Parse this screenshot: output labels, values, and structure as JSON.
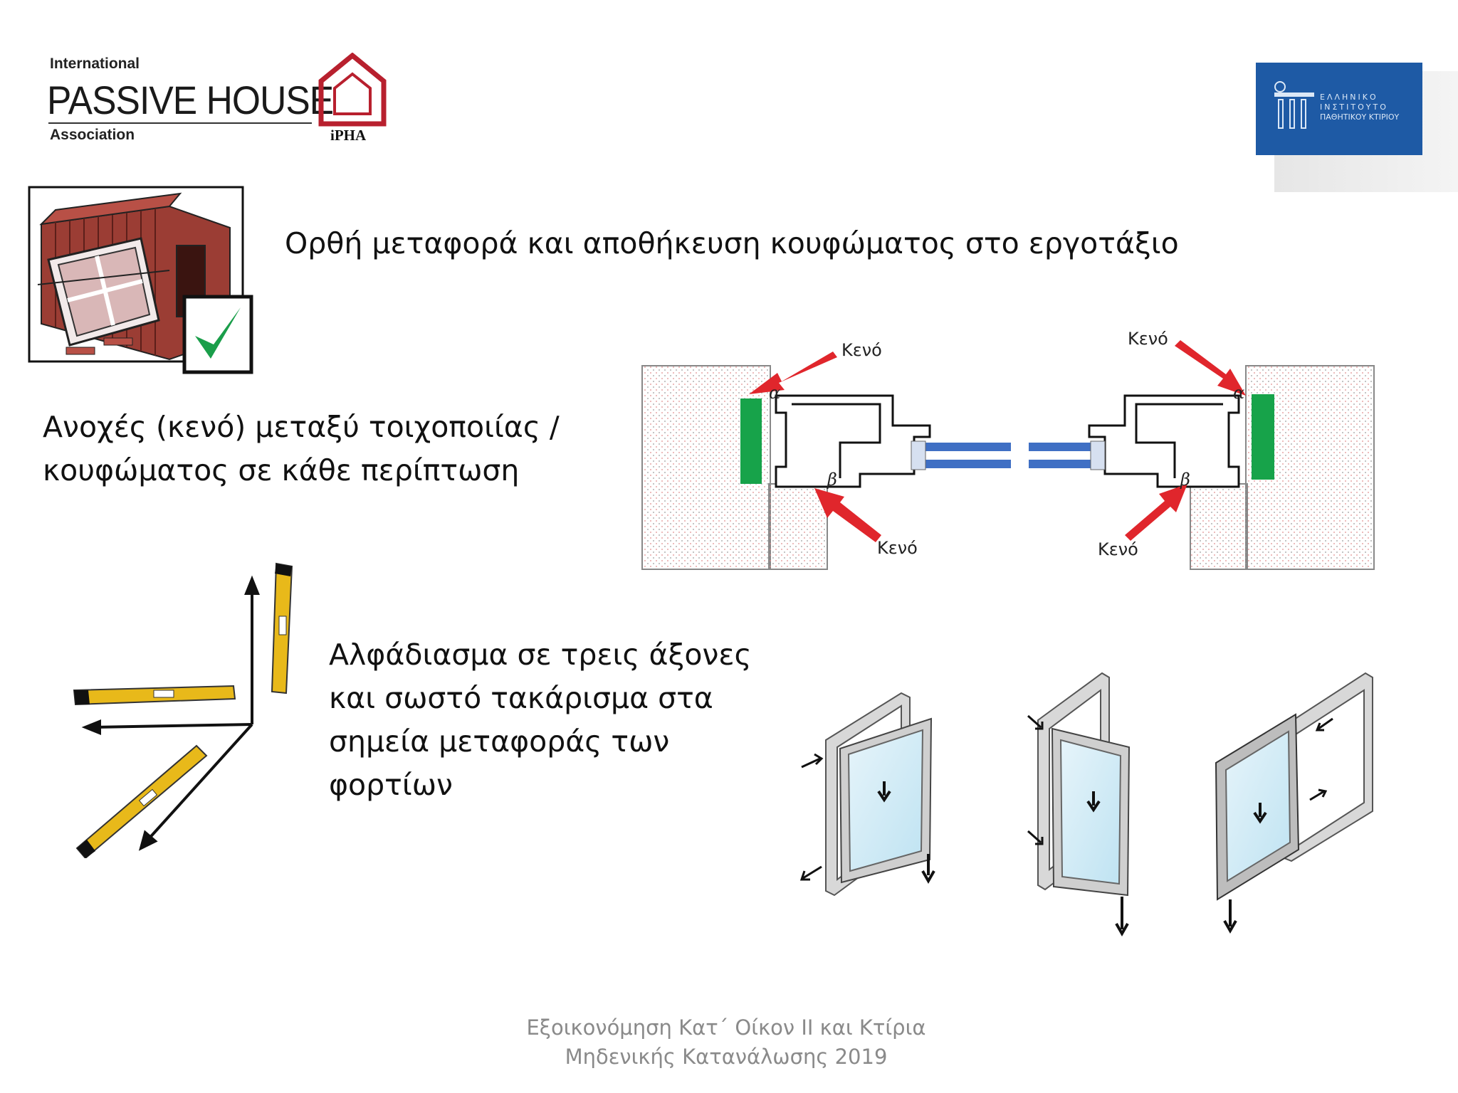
{
  "logo_left": {
    "top_text": "International",
    "main_text": "PASSIVE HOUSE",
    "bottom_text": "Association",
    "badge": "iPHA"
  },
  "logo_right": {
    "lines": [
      "ΕΛΛΗΝΙΚΟ",
      "ΙΝΣΤΙΤΟΥΤΟ",
      "ΠΑΘΗΤΙΚΟΥ ΚΤΙΡΙΟΥ"
    ],
    "color": "#1e5aa5"
  },
  "items": {
    "transport": "Ορθή μεταφορά και αποθήκευση κουφώματος στο εργοτάξιο",
    "tolerances_line1": "Ανοχές (κενό) μεταξύ τοιχοποιίας /",
    "tolerances_line2": "κουφώματος σε κάθε περίπτωση",
    "leveling_line1": "Αλφάδιασμα σε τρεις άξονες",
    "leveling_line2": "και σωστό τακάρισμα στα",
    "leveling_line3": "σημεία μεταφοράς των",
    "leveling_line4": "φορτίων"
  },
  "diagram": {
    "gap_label": "Κενό",
    "point_a": "α",
    "point_b": "β"
  },
  "footer": {
    "line1": "Εξοικονόμηση Κατ΄ Οίκον ΙΙ και Κτίρια",
    "line2": "Μηδενικής Κατανάλωσης 2019"
  },
  "colors": {
    "arrow_red": "#e0262c",
    "seal_green": "#17a34a",
    "glass_blue": "#3f6fc4",
    "level_yellow": "#e8b91a"
  }
}
